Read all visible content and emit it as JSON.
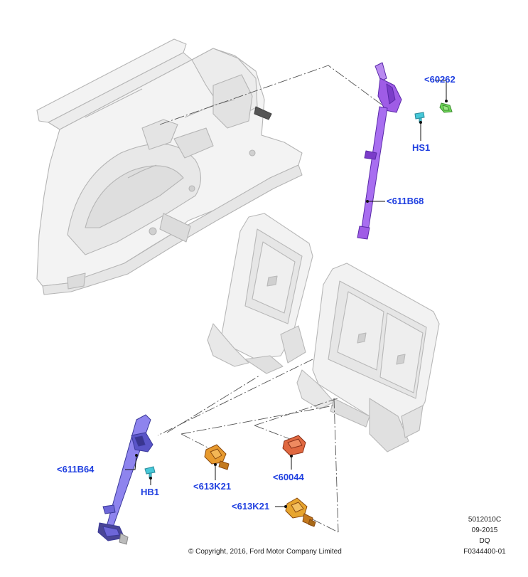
{
  "callouts": {
    "c60262": "<60262",
    "hs1": "HS1",
    "c611b68": "<611B68",
    "c611b64": "<611B64",
    "hb1": "HB1",
    "c613k21a": "<613K21",
    "c60044": "<60044",
    "c613k21b": "<613K21"
  },
  "meta": {
    "code1": "5012010C",
    "date": "09-2015",
    "region": "DQ",
    "figure": "F0344400-01",
    "copyright": "© Copyright, 2016, Ford Motor Company Limited"
  },
  "colors": {
    "body_outline": "#b8b8b8",
    "belt_upper": "#9f5ce6",
    "belt_lower": "#8e84ee",
    "clip_green": "#6fd85a",
    "buckle_orange": "#e79a2e",
    "buckle_red": "#e06840",
    "bolt_cyan": "#46c8d8",
    "label_blue": "#1f3fe0"
  }
}
